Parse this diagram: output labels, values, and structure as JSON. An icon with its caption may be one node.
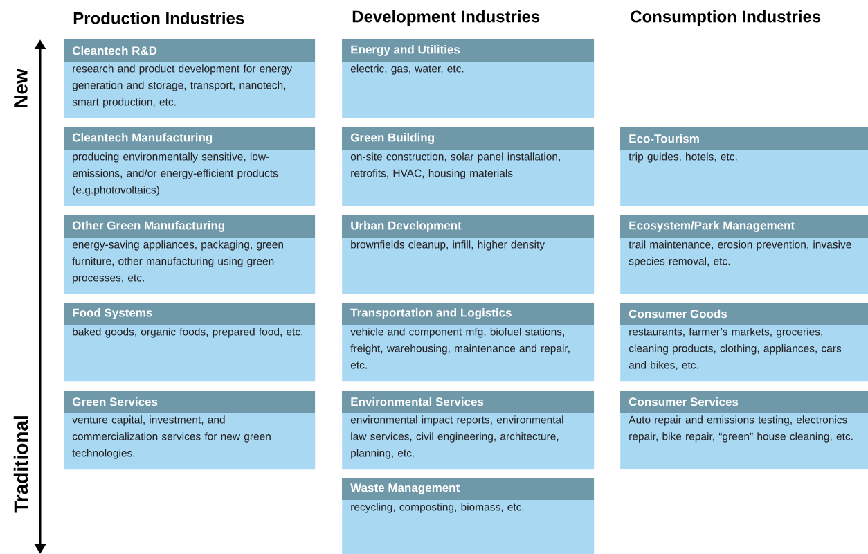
{
  "diagram": {
    "nodes": [
      {
        "text": [
          "Cleantech R&D",
          "research and product development for energy generation and storage, transport, nanotech, smart production, etc."
        ]
      },
      {
        "text": [
          "Cleantech Manufacturing",
          "producing environmentally sensitive, low-emissions, and/or energy-efficient products (e.g.photovoltaics)"
        ]
      },
      {
        "text": [
          "Other Green Manufacturing",
          "energy-saving appliances, packaging, green furniture, other manufacturing using green processes, etc."
        ]
      },
      {
        "text": [
          "Food Systems",
          "baked goods, organic foods, prepared food, etc."
        ]
      },
      {
        "text": [
          "Green Services",
          "venture capital, investment, and commercialization services for new green technologies."
        ]
      },
      {
        "text": [
          "Energy and Utilities",
          "electric, gas, water, etc."
        ]
      },
      {
        "text": [
          "Green Building",
          "on-site construction, solar panel installation, retrofits, HVAC, housing materials"
        ]
      },
      {
        "text": [
          "Urban Development",
          "brownfields cleanup, infill, higher density"
        ]
      },
      {
        "text": [
          "Transportation and Logistics",
          "vehicle and component mfg, biofuel stations, freight, warehousing, maintenance and repair, etc."
        ]
      },
      {
        "text": [
          "Environmental Services",
          "environmental impact reports, environmental law services, civil engineering, architecture, planning, etc."
        ]
      },
      {
        "text": [
          "Waste Management",
          "recycling, composting, biomass, etc."
        ]
      },
      {
        "text": [
          "Eco-Tourism",
          "trip guides, hotels, etc."
        ]
      },
      {
        "text": [
          "Ecosystem/Park Management",
          "trail maintenance, erosion prevention, invasive species removal, etc."
        ]
      },
      {
        "text": [
          "Consumer Goods",
          "restaurants, farmer’s markets, groceries, cleaning products, clothing, appliances, cars and bikes, etc."
        ]
      },
      {
        "text": [
          "Consumer Services",
          "Auto repair and emissions testing, electronics repair, bike repair, “green” house cleaning, etc."
        ]
      }
    ],
    "labels": [
      "Production Industries",
      "Development Industries",
      "Consumption Industries",
      "New",
      "Traditional"
    ]
  }
}
